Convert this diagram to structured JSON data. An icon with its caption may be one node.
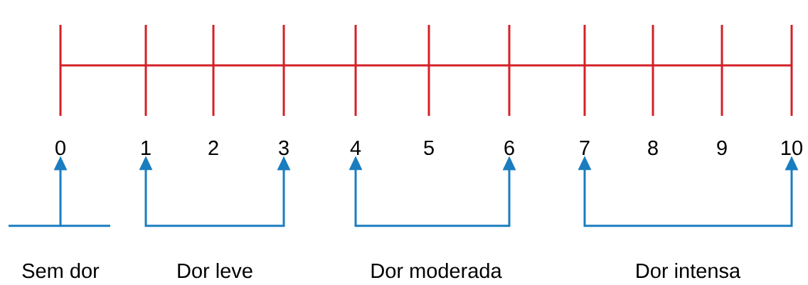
{
  "diagram": {
    "nodes": [
      {
        "text": [
          "0"
        ]
      },
      {
        "text": [
          "1"
        ]
      },
      {
        "text": [
          "2"
        ]
      },
      {
        "text": [
          "3"
        ]
      },
      {
        "text": [
          "4"
        ]
      },
      {
        "text": [
          "5"
        ]
      },
      {
        "text": [
          "6"
        ]
      },
      {
        "text": [
          "7"
        ]
      },
      {
        "text": [
          "8"
        ]
      },
      {
        "text": [
          "9"
        ]
      },
      {
        "text": [
          "10"
        ]
      },
      {
        "text": [
          "Sem dor"
        ]
      },
      {
        "text": [
          "Dor leve"
        ]
      },
      {
        "text": [
          "Dor moderada"
        ]
      },
      {
        "text": [
          "Dor intensa"
        ]
      }
    ],
    "edges": [
      {
        "from": 11,
        "to": 0,
        "arrow": "to"
      },
      {
        "from": 12,
        "to": 1,
        "arrow": "to"
      },
      {
        "from": 12,
        "to": 3,
        "arrow": "to"
      },
      {
        "from": 13,
        "to": 4,
        "arrow": "to"
      },
      {
        "from": 13,
        "to": 6,
        "arrow": "to"
      },
      {
        "from": 14,
        "to": 7,
        "arrow": "to"
      },
      {
        "from": 14,
        "to": 10,
        "arrow": "to"
      }
    ]
  }
}
